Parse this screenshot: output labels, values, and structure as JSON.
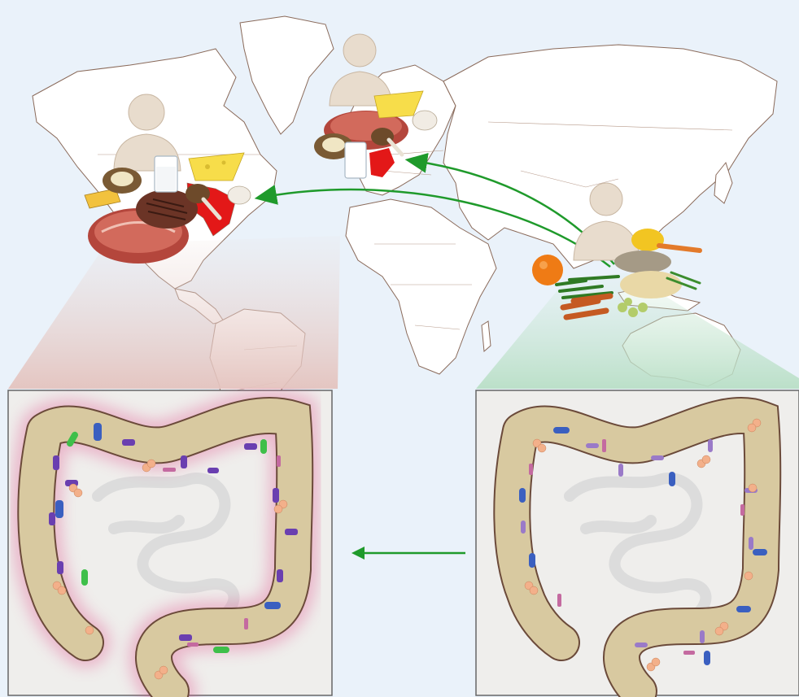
{
  "figure": {
    "kind": "illustration",
    "labels": []
  },
  "colors": {
    "background": "#eaf2fa",
    "land": "#ffffff",
    "border": "#8a6a5a",
    "arrow": "#1f9a2b",
    "inflamed_glow": "#e0508a",
    "colon_tissue": "#d8c9a0",
    "colon_outline": "#6b4a3a",
    "western_cone": "#e6c9c4",
    "nonwestern_cone": "#bfe0cc",
    "panel": "#efeeec"
  },
  "scenes": [
    {
      "id": "north-america",
      "diet": [
        "steak",
        "cheese",
        "chicken-leg",
        "milk",
        "butter",
        "potato",
        "mushroom"
      ]
    },
    {
      "id": "europe",
      "diet": [
        "steak",
        "cheese",
        "chicken-leg",
        "milk",
        "potato",
        "mushroom"
      ]
    },
    {
      "id": "asia",
      "diet": [
        "orange",
        "green-vegetables",
        "carrots",
        "yellow-pepper",
        "rice",
        "lentils",
        "beans"
      ]
    }
  ],
  "panels": [
    {
      "id": "western-gut",
      "state": "inflamed"
    },
    {
      "id": "nonwestern-gut",
      "state": "healthy"
    }
  ]
}
